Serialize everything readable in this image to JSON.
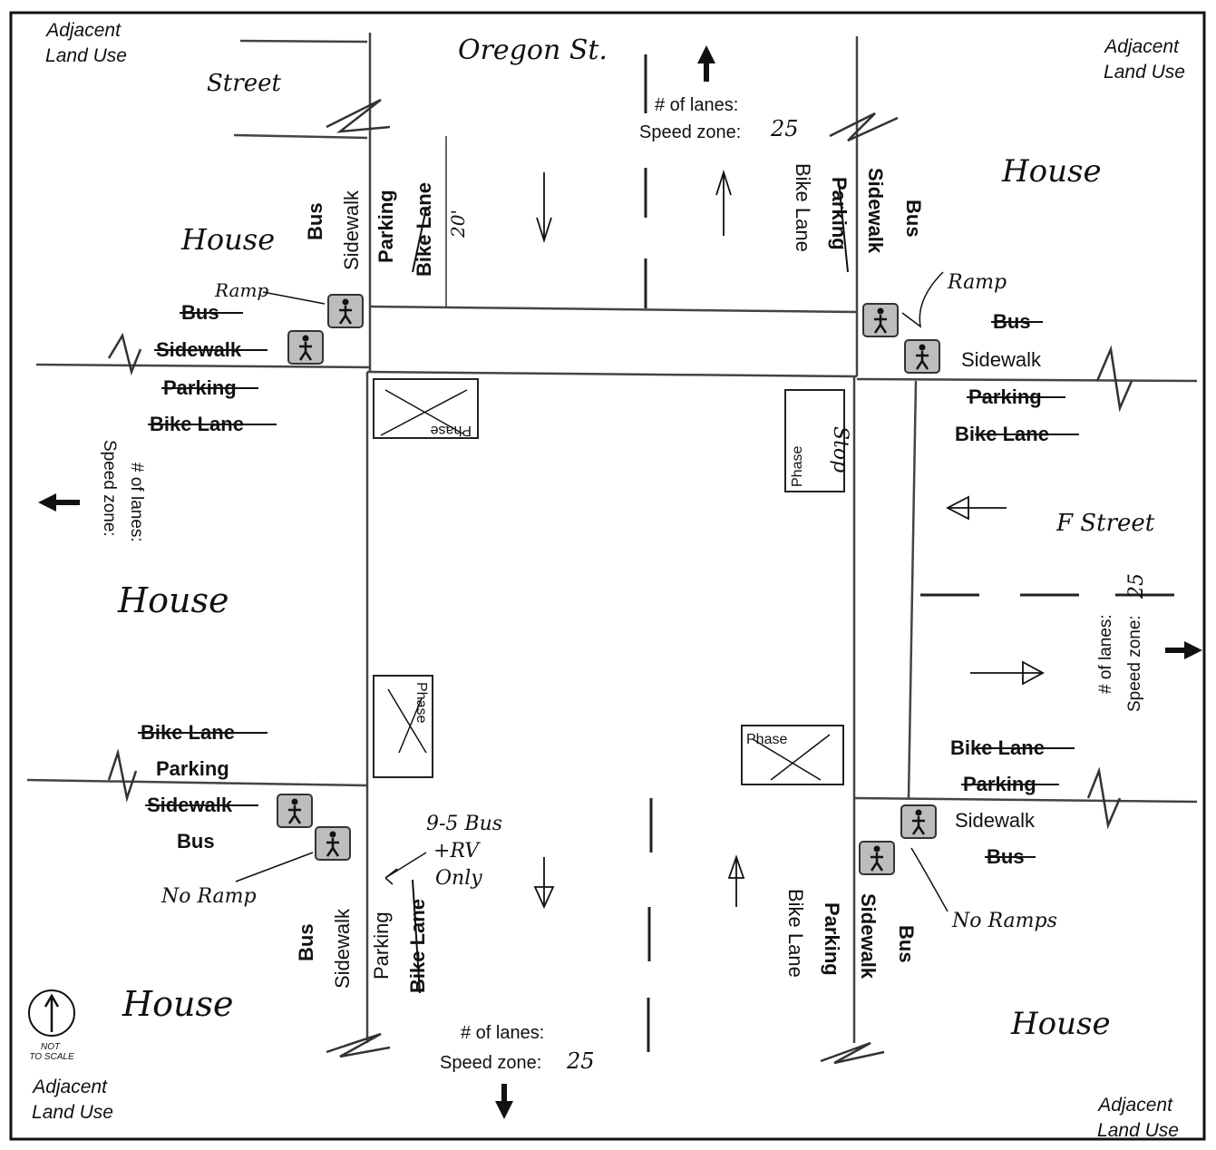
{
  "corners": {
    "top_left": [
      "Adjacent",
      "Land Use"
    ],
    "top_right": [
      "Adjacent",
      "Land Use"
    ],
    "bottom_left": [
      "Adjacent",
      "Land Use"
    ],
    "bottom_right": [
      "Adjacent",
      "Land Use"
    ]
  },
  "streets": {
    "north_handwritten": "Oregon St.",
    "west_handwritten": "Street",
    "east_handwritten": "F Street"
  },
  "road_info": {
    "lanes_label": "# of lanes:",
    "speed_label": "Speed zone:",
    "north_speed": "25",
    "south_speed": "25",
    "east_speed": "25"
  },
  "houses": {
    "nw": "House",
    "ne": "House",
    "w": "House",
    "sw": "House",
    "se": "House"
  },
  "lane_labels": {
    "bus": "Bus",
    "sidewalk": "Sidewalk",
    "parking": "Parking",
    "bike_lane": "Bike Lane"
  },
  "annotations": {
    "ramp_nw": "Ramp",
    "ramp_ne": "Ramp",
    "no_ramp_sw": "No Ramp",
    "no_ramps_se": "No Ramps",
    "bus_rv": [
      "9-5 Bus",
      "+RV",
      "Only"
    ],
    "width_20": "20'",
    "stop": "Stop"
  },
  "phase_label": "Phase",
  "north_arrow": {
    "not_to_scale": [
      "NOT",
      "TO SCALE"
    ]
  },
  "colors": {
    "ink": "#111111",
    "road": "#444444",
    "ped_fill": "#bdbdbd"
  },
  "icons": {
    "pedestrian": "pedestrian-icon",
    "direction": "arrow-icon",
    "north": "north-arrow-icon"
  }
}
